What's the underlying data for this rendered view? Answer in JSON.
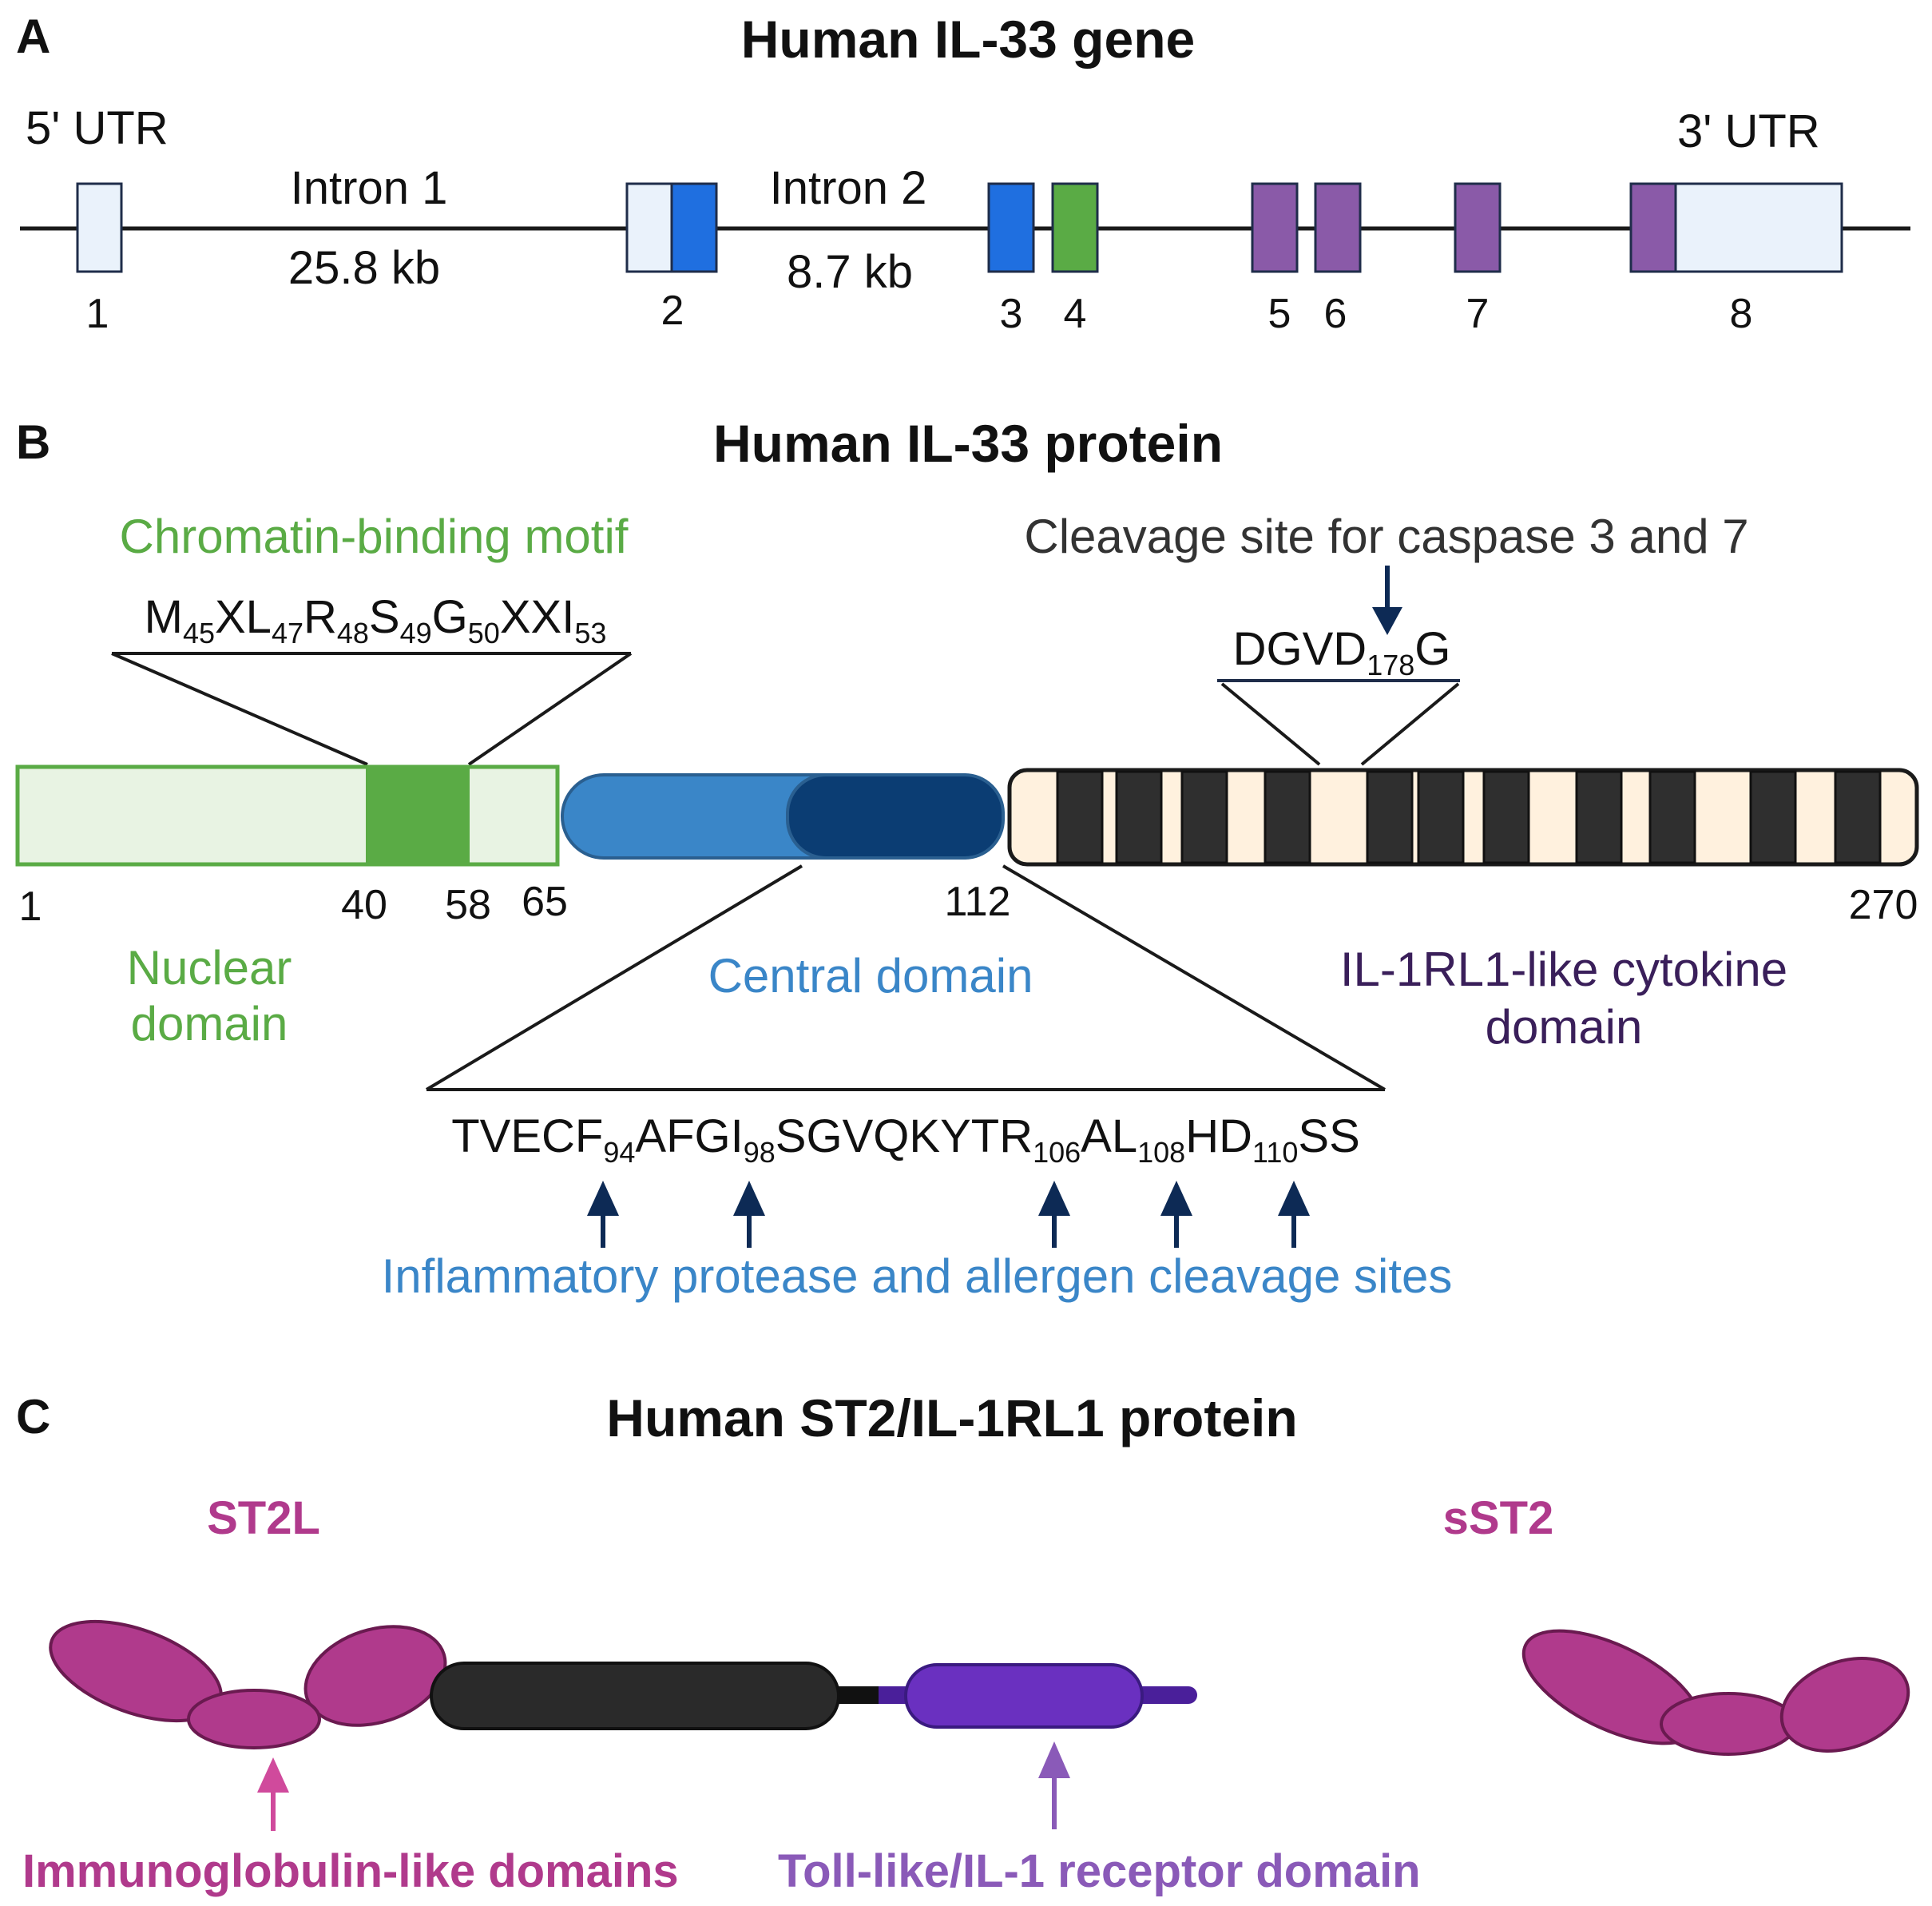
{
  "panelA": {
    "letter": "A",
    "title": "Human IL-33 gene",
    "utr5": "5' UTR",
    "utr3": "3' UTR",
    "intron1": {
      "name": "Intron 1",
      "size": "25.8 kb"
    },
    "intron2": {
      "name": "Intron 2",
      "size": "8.7 kb"
    },
    "exons": [
      "1",
      "2",
      "3",
      "4",
      "5",
      "6",
      "7",
      "8"
    ]
  },
  "panelB": {
    "letter": "B",
    "title": "Human IL-33 protein",
    "chromatin_label": "Chromatin-binding motif",
    "chromatin_seq": [
      {
        "t": "M"
      },
      {
        "s": "45"
      },
      {
        "t": "XL"
      },
      {
        "s": "47"
      },
      {
        "t": "R"
      },
      {
        "s": "48"
      },
      {
        "t": "S"
      },
      {
        "s": "49"
      },
      {
        "t": "G"
      },
      {
        "s": "50"
      },
      {
        "t": "XXI"
      },
      {
        "s": "53"
      }
    ],
    "cleavage_label": "Cleavage site for caspase 3 and 7",
    "cleavage_seq": [
      {
        "t": "DGVD"
      },
      {
        "s": "178"
      },
      {
        "t": "G"
      }
    ],
    "positions": [
      "1",
      "40",
      "58",
      "65",
      "112",
      "270"
    ],
    "nuclear_domain": [
      "Nuclear",
      "domain"
    ],
    "central_domain": "Central domain",
    "cytokine_domain": [
      "IL-1RL1-like cytokine",
      "domain"
    ],
    "central_seq": [
      {
        "t": "TVECF"
      },
      {
        "s": "94"
      },
      {
        "t": "AFGI"
      },
      {
        "s": "98"
      },
      {
        "t": "SGVQKYTR"
      },
      {
        "s": "106"
      },
      {
        "t": "AL"
      },
      {
        "s": "108"
      },
      {
        "t": "HD"
      },
      {
        "s": "110"
      },
      {
        "t": "SS"
      }
    ],
    "protease_label": "Inflammatory protease and allergen cleavage sites"
  },
  "panelC": {
    "letter": "C",
    "title": "Human ST2/IL-1RL1 protein",
    "st2l": "ST2L",
    "sst2": "sST2",
    "ig_label": "Immunoglobulin-like domains",
    "tir_label": "Toll-like/IL-1 receptor domain"
  },
  "colors": {
    "green": "#5aab45",
    "green_light": "#e8f3e3",
    "blue": "#3a86c8",
    "blue_dark": "#0b3d73",
    "exon_blue": "#1f6fe0",
    "purple": "#8a5aa8",
    "magenta": "#b03a8c",
    "violet": "#6a30c0",
    "cream": "#fff1de",
    "utr_fill": "#eaf2fb",
    "navy": "#0d2a55",
    "dark_purple": "#3a1f5a",
    "tir_text": "#8a5ab8"
  }
}
